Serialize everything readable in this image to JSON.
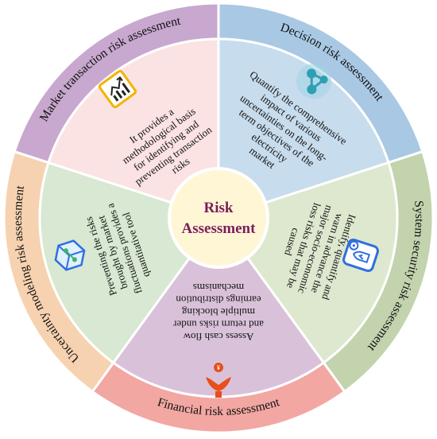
{
  "center": {
    "line1": "Risk",
    "line2": "Assessment"
  },
  "segments": [
    {
      "id": "decision",
      "label": "Decision risk assessment",
      "ring_color": "#a9c8e3",
      "inner_color": "#c7dced",
      "icon": "decision-network-icon",
      "body": [
        "Quantify the comprehensive",
        "impact of various",
        "uncertainties on the long-",
        "term objectives of the",
        "electricity",
        "market"
      ]
    },
    {
      "id": "system",
      "label": "System security risk assessment",
      "ring_color": "#c3d3ad",
      "inner_color": "#dde8cf",
      "icon": "shield-gear-icon",
      "body": [
        "Identify, quantify and",
        "warn in advance the",
        "major socio-economic",
        "loss risks that may be",
        "caused"
      ]
    },
    {
      "id": "financial",
      "label": "Financial risk assessment",
      "ring_color": "#f2a7a3",
      "inner_color": "#d9c2d9",
      "icon": "hand-coin-icon",
      "body": [
        "Assess cash flow",
        "and return risks under",
        "multiple blocking",
        "earnings distribution",
        "mechanisms"
      ]
    },
    {
      "id": "uncertainty",
      "label": "Uncertainty modeling risk assessment",
      "ring_color": "#f7d2b0",
      "inner_color": "#d8e8d2",
      "icon": "cube-graph-icon",
      "body": [
        "Preventing the risks",
        "brought by market",
        "fluctuations provides a",
        "quantitative tool"
      ]
    },
    {
      "id": "market",
      "label": "Market transaction risk assessment",
      "ring_color": "#c8a8cf",
      "inner_color": "#fbe3e3",
      "icon": "bar-chart-icon",
      "body": [
        "It provides a",
        "methodological basis",
        "for identifying and",
        "preventing transaction",
        "risks"
      ]
    }
  ]
}
